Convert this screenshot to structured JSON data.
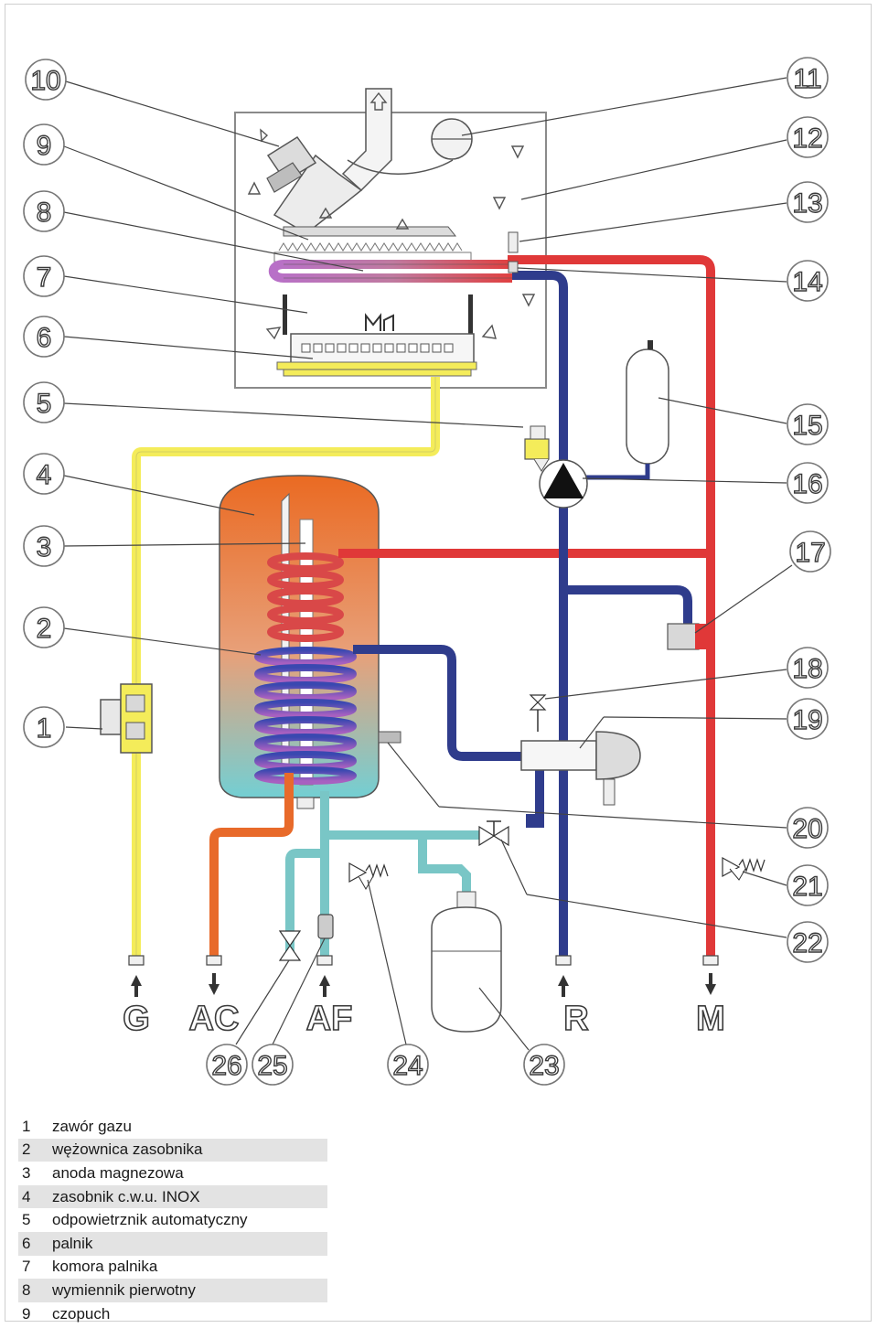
{
  "callouts": [
    {
      "num": "1"
    },
    {
      "num": "2"
    },
    {
      "num": "3"
    },
    {
      "num": "4"
    },
    {
      "num": "5"
    },
    {
      "num": "6"
    },
    {
      "num": "7"
    },
    {
      "num": "8"
    },
    {
      "num": "9"
    },
    {
      "num": "10"
    },
    {
      "num": "11"
    },
    {
      "num": "12"
    },
    {
      "num": "13"
    },
    {
      "num": "14"
    },
    {
      "num": "15"
    },
    {
      "num": "16"
    },
    {
      "num": "17"
    },
    {
      "num": "18"
    },
    {
      "num": "19"
    },
    {
      "num": "20"
    },
    {
      "num": "21"
    },
    {
      "num": "22"
    },
    {
      "num": "23"
    },
    {
      "num": "24"
    },
    {
      "num": "25"
    },
    {
      "num": "26"
    }
  ],
  "connections": [
    {
      "label": "G"
    },
    {
      "label": "AC"
    },
    {
      "label": "AF"
    },
    {
      "label": "R"
    },
    {
      "label": "M"
    }
  ],
  "colors": {
    "gas": "#f4ec5a",
    "hot": "#e03838",
    "return": "#2f3c8c",
    "cold": "#79c6c6",
    "dhw": "#e86a2a",
    "frame": "#8a8a8a"
  },
  "legend": [
    {
      "num": "1",
      "text": "zawór gazu"
    },
    {
      "num": "2",
      "text": "wężownica zasobnika"
    },
    {
      "num": "3",
      "text": "anoda magnezowa"
    },
    {
      "num": "4",
      "text": "zasobnik c.w.u. INOX"
    },
    {
      "num": "5",
      "text": "odpowietrznik automatyczny"
    },
    {
      "num": "6",
      "text": "palnik"
    },
    {
      "num": "7",
      "text": "komora palnika"
    },
    {
      "num": "8",
      "text": "wymiennik pierwotny"
    },
    {
      "num": "9",
      "text": "czopuch"
    }
  ]
}
